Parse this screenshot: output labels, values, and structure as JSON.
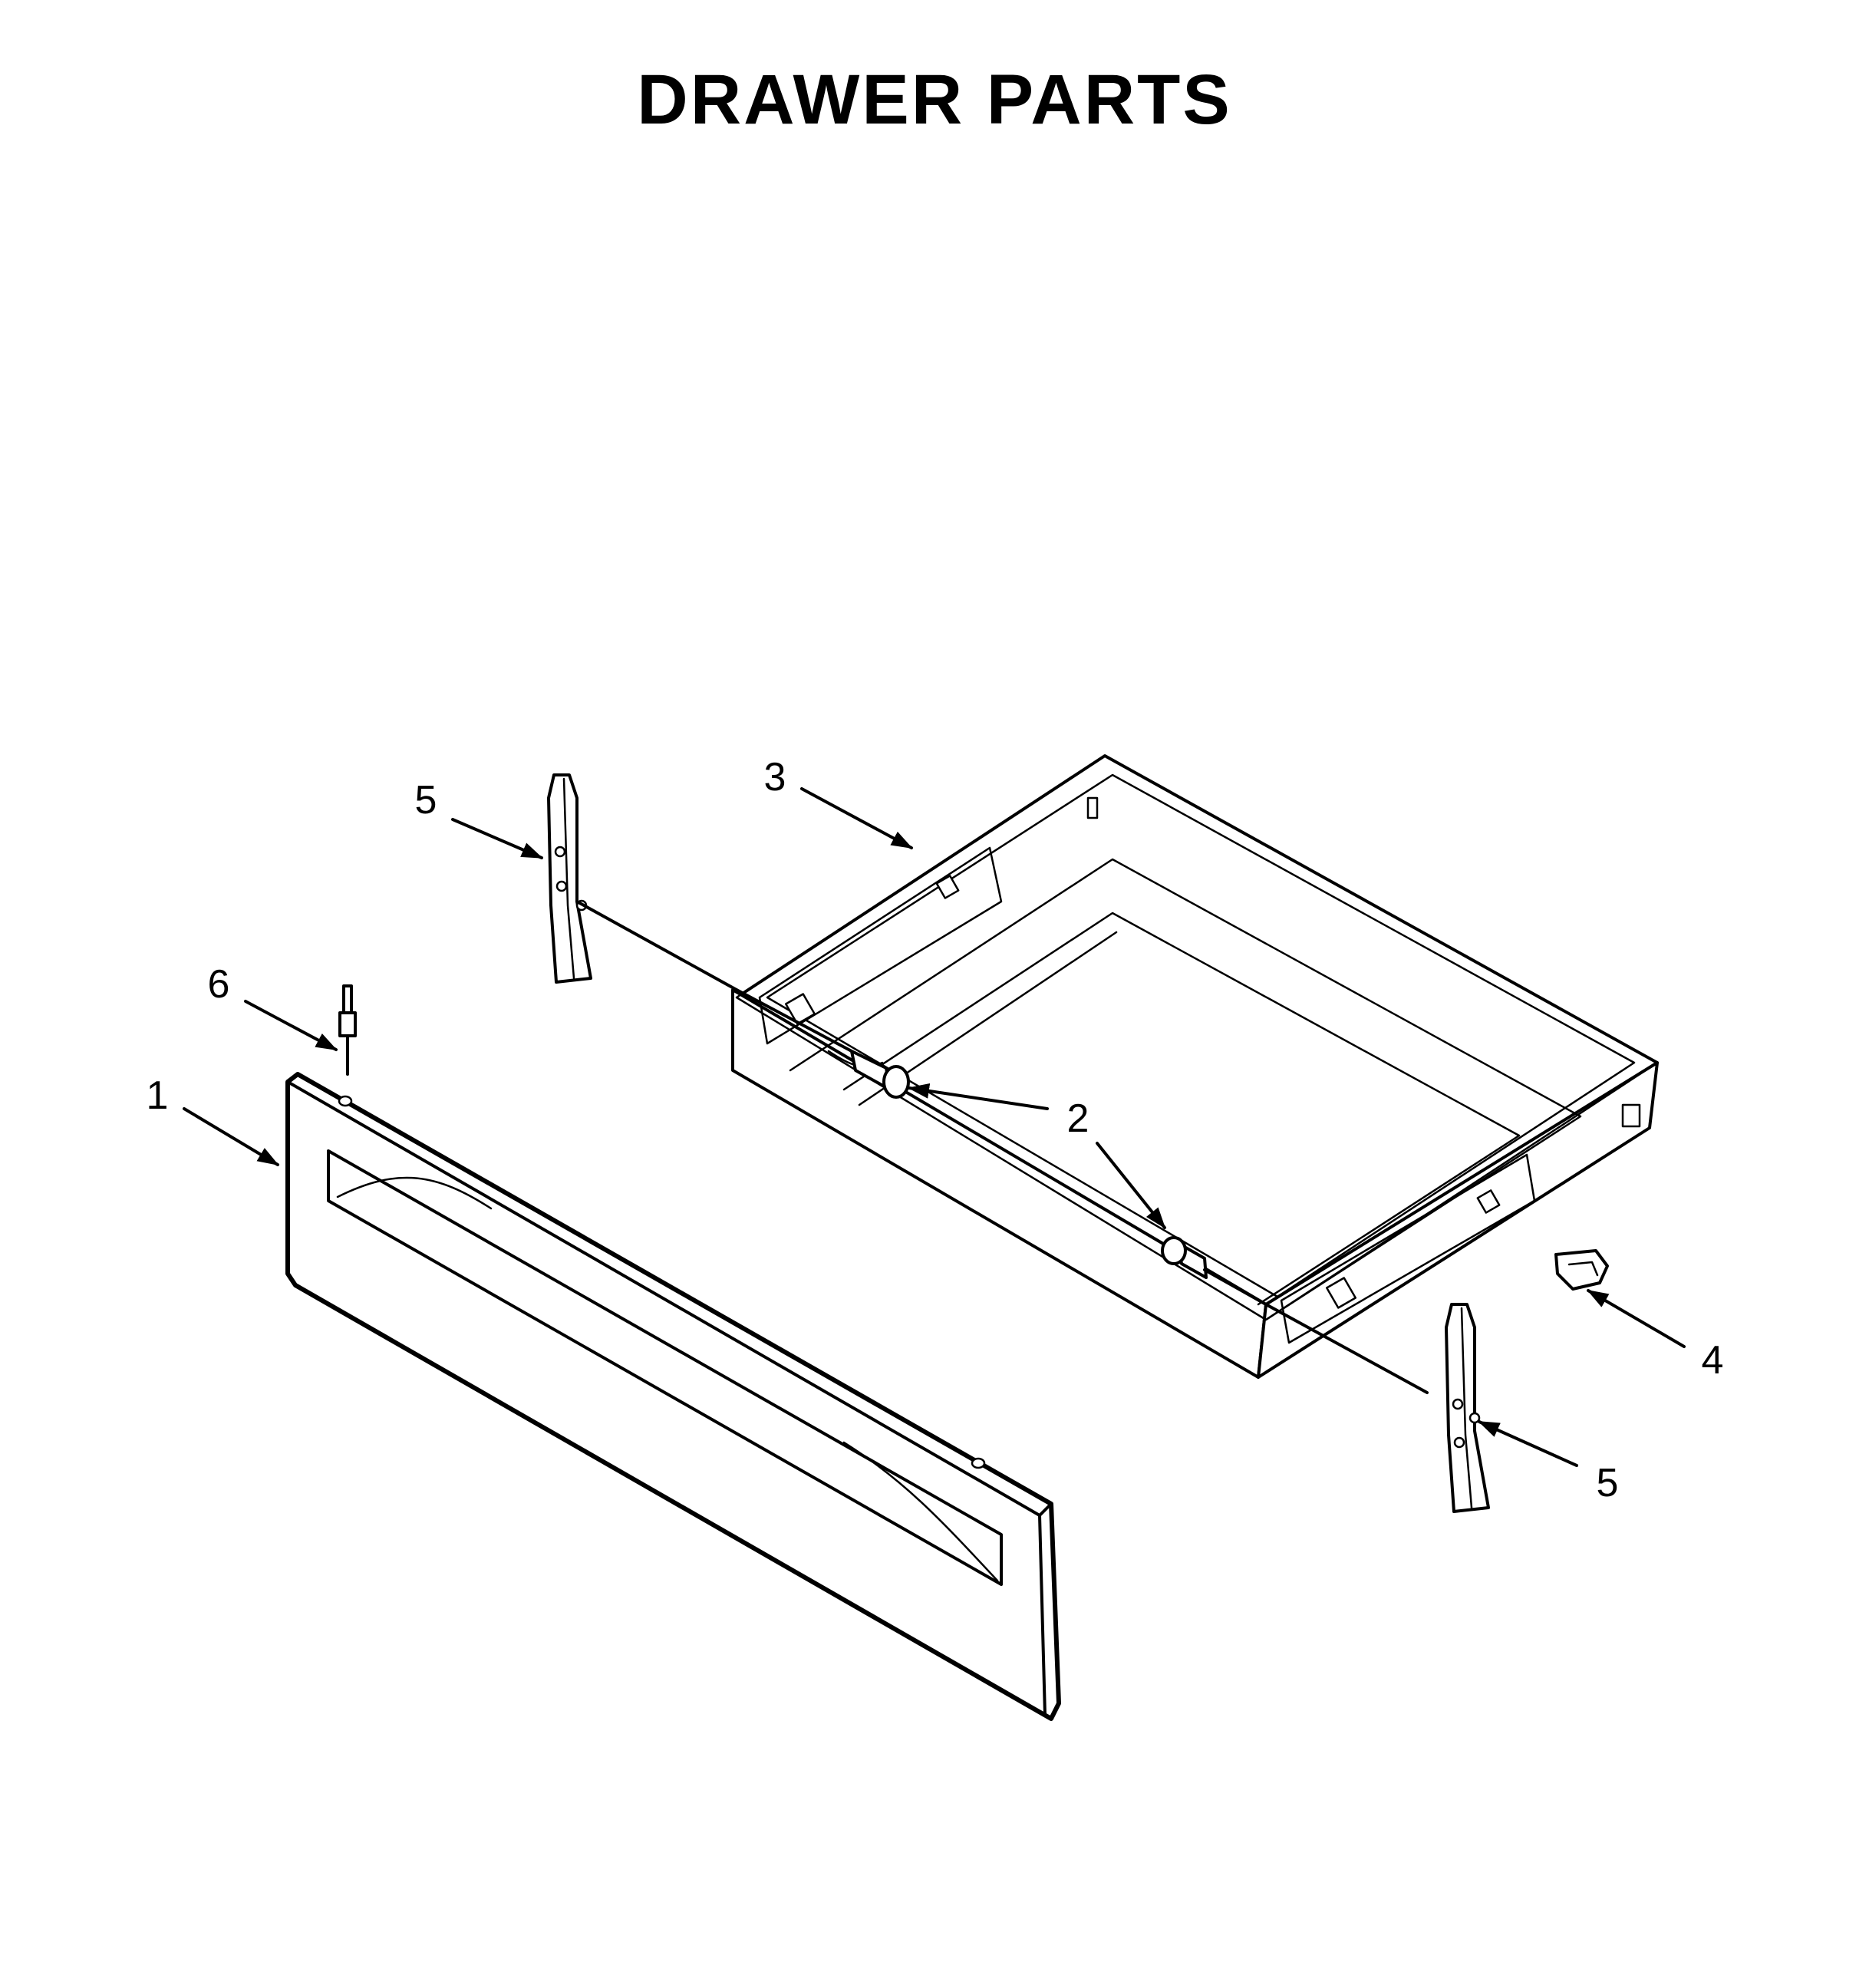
{
  "title": "DRAWER PARTS",
  "callouts": [
    {
      "id": "callout-1",
      "label": "1"
    },
    {
      "id": "callout-2",
      "label": "2"
    },
    {
      "id": "callout-3",
      "label": "3"
    },
    {
      "id": "callout-4",
      "label": "4"
    },
    {
      "id": "callout-5a",
      "label": "5"
    },
    {
      "id": "callout-5b",
      "label": "5"
    },
    {
      "id": "callout-6",
      "label": "6"
    }
  ]
}
